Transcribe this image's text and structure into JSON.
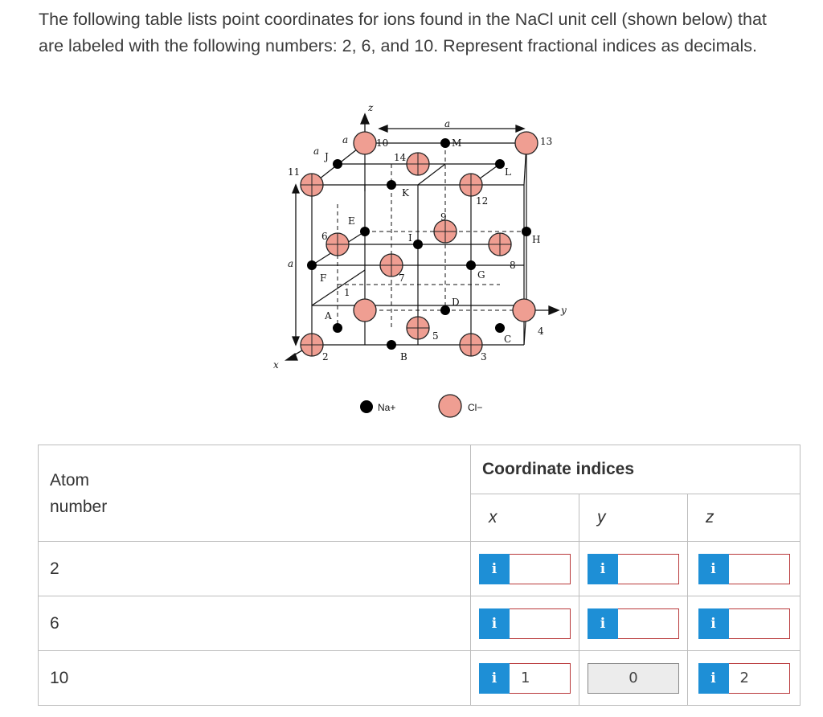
{
  "question": {
    "text": "The following table lists point coordinates for ions found in the NaCl unit cell (shown below) that are labeled with the following numbers: 2, 6, and 10.  Represent fractional indices as decimals."
  },
  "figure": {
    "axis_labels": {
      "z": "z",
      "y": "y",
      "x": "x"
    },
    "edge_labels": {
      "a_top": "a",
      "a_top_left": "a",
      "a_left": "a",
      "a_lower_left": "a"
    },
    "letter_labels": [
      "J",
      "M",
      "L",
      "K",
      "E",
      "I",
      "H",
      "F",
      "G",
      "A",
      "D",
      "C",
      "B"
    ],
    "number_labels": [
      "10",
      "13",
      "14",
      "11",
      "12",
      "9",
      "6",
      "8",
      "7",
      "1",
      "5",
      "4",
      "2",
      "3"
    ],
    "legend": {
      "na_label": "Na+",
      "cl_label": "Cl−"
    },
    "colors": {
      "cl_fill": "#ef9e92",
      "cl_stroke": "#222222",
      "na_fill": "#000000"
    }
  },
  "table": {
    "atom_header": "Atom number",
    "group_header": "Coordinate indices",
    "axes": [
      "x",
      "y",
      "z"
    ],
    "info_icon": "i",
    "rows": [
      {
        "atom": "2",
        "x": "",
        "y": "",
        "z": ""
      },
      {
        "atom": "6",
        "x": "",
        "y": "",
        "z": ""
      },
      {
        "atom": "10",
        "x": "1",
        "y": "0",
        "z": "2"
      }
    ]
  }
}
